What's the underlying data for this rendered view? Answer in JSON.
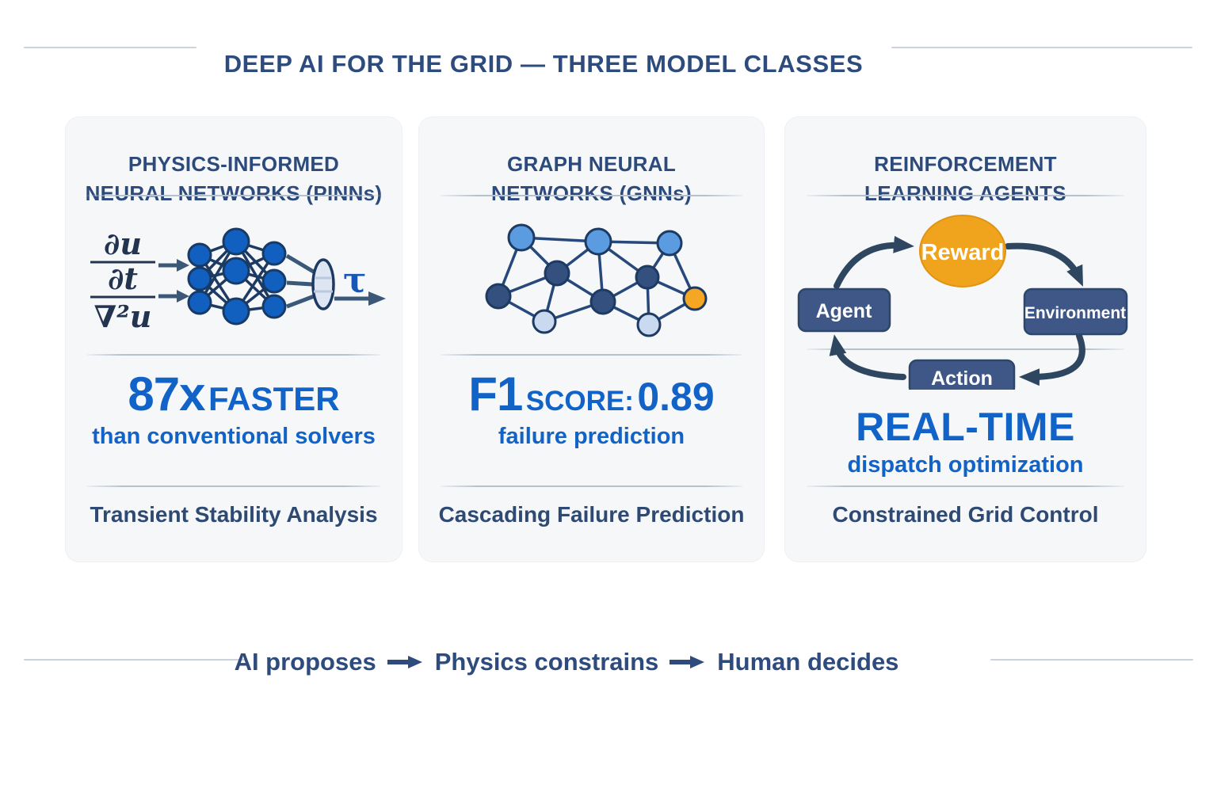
{
  "header": {
    "title": "DEEP AI FOR THE GRID — THREE MODEL CLASSES"
  },
  "cards": [
    {
      "title_line1": "PHYSICS-INFORMED",
      "title_line2": "NEURAL NETWORKS (PINNs)",
      "formula": {
        "numerator": "∂u",
        "denominator": "∂t",
        "constraint": "∇²u",
        "output_symbol": "τ"
      },
      "metric": {
        "primary": "87x",
        "secondary": "FASTER",
        "sub": "than conventional solvers"
      },
      "label": "Transient Stability Analysis"
    },
    {
      "title_line1": "GRAPH NEURAL",
      "title_line2": "NETWORKS (GNNs)",
      "metric": {
        "primary": "F1",
        "secondary": "SCORE:",
        "value": "0.89",
        "sub": "failure prediction"
      },
      "label": "Cascading Failure Prediction"
    },
    {
      "title_line1": "REINFORCEMENT",
      "title_line2": "LEARNING AGENTS",
      "rl": {
        "reward": "Reward",
        "agent": "Agent",
        "environment": "Environment",
        "action": "Action"
      },
      "metric": {
        "primary": "REAL-TIME",
        "sub": "dispatch optimization"
      },
      "label": "Constrained Grid Control"
    }
  ],
  "footer": {
    "steps": [
      "AI proposes",
      "Physics constrains",
      "Human decides"
    ]
  },
  "colors": {
    "accent_blue": "#1263c8",
    "navy": "#2d4b7d",
    "label_navy": "#2e4a72",
    "card_bg": "#f6f7f9",
    "rule_gray": "#ccd3dd",
    "nn_node_blue": "#1160c0",
    "gnn_medium_blue": "#5b9be0",
    "gnn_dark_blue": "#34507e",
    "gnn_light_blue": "#c8d9f0",
    "gnn_orange": "#f5a623",
    "rl_box_navy": "#3e5787",
    "rl_reward_orange": "#f0a41e",
    "arrow_slate": "#2e4660"
  }
}
